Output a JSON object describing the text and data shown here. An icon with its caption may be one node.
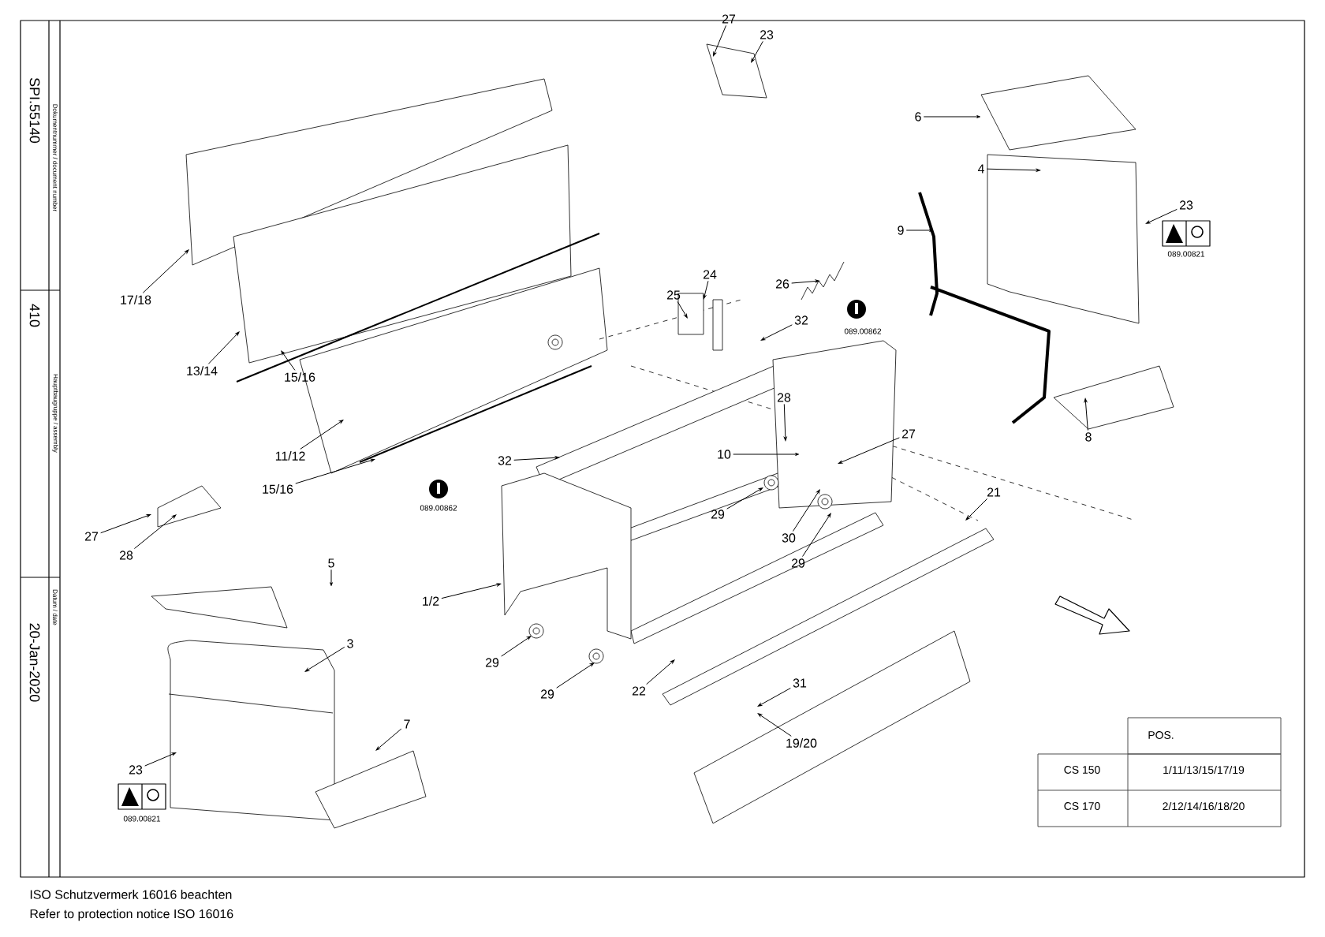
{
  "diagram": {
    "nodes": [
      {
        "text": [
          "6"
        ]
      },
      {
        "text": [
          "27"
        ]
      },
      {
        "text": [
          "23"
        ]
      },
      {
        "text": [
          "4"
        ]
      },
      {
        "text": [
          "23"
        ]
      },
      {
        "text": [
          "9"
        ]
      },
      {
        "text": [
          "26"
        ]
      },
      {
        "text": [
          "24"
        ]
      },
      {
        "text": [
          "25"
        ]
      },
      {
        "text": [
          "32"
        ]
      },
      {
        "text": [
          "17/18"
        ]
      },
      {
        "text": [
          "13/14"
        ]
      },
      {
        "text": [
          "15/16"
        ]
      },
      {
        "text": [
          "11/12"
        ]
      },
      {
        "text": [
          "28"
        ]
      },
      {
        "text": [
          "10"
        ]
      },
      {
        "text": [
          "27"
        ]
      },
      {
        "text": [
          "8"
        ]
      },
      {
        "text": [
          "32"
        ]
      },
      {
        "text": [
          "15/16"
        ]
      },
      {
        "text": [
          "29"
        ]
      },
      {
        "text": [
          "30"
        ]
      },
      {
        "text": [
          "29"
        ]
      },
      {
        "text": [
          "21"
        ]
      },
      {
        "text": [
          "27"
        ]
      },
      {
        "text": [
          "28"
        ]
      },
      {
        "text": [
          "5"
        ]
      },
      {
        "text": [
          "1/2"
        ]
      },
      {
        "text": [
          "3"
        ]
      },
      {
        "text": [
          "29"
        ]
      },
      {
        "text": [
          "29"
        ]
      },
      {
        "text": [
          "22"
        ]
      },
      {
        "text": [
          "31"
        ]
      },
      {
        "text": [
          "7"
        ]
      },
      {
        "text": [
          "23"
        ]
      },
      {
        "text": [
          "19/20"
        ]
      }
    ],
    "edges": [
      {
        "from": 0,
        "to": null,
        "arrow": "to"
      },
      {
        "from": 1,
        "to": null,
        "arrow": "to"
      },
      {
        "from": 2,
        "to": null,
        "arrow": "to"
      },
      {
        "from": 3,
        "to": null,
        "arrow": "to"
      },
      {
        "from": 4,
        "to": null,
        "arrow": "to"
      },
      {
        "from": 5,
        "to": null,
        "arrow": "to"
      },
      {
        "from": 6,
        "to": null,
        "arrow": "to"
      },
      {
        "from": 7,
        "to": null,
        "arrow": "to"
      },
      {
        "from": 8,
        "to": null,
        "arrow": "to"
      },
      {
        "from": 9,
        "to": null,
        "arrow": "to"
      },
      {
        "from": 10,
        "to": null,
        "arrow": "to"
      },
      {
        "from": 11,
        "to": null,
        "arrow": "to"
      },
      {
        "from": 12,
        "to": null,
        "arrow": "to"
      },
      {
        "from": 13,
        "to": null,
        "arrow": "to"
      },
      {
        "from": 14,
        "to": null,
        "arrow": "to"
      },
      {
        "from": 15,
        "to": null,
        "arrow": "to"
      },
      {
        "from": 16,
        "to": null,
        "arrow": "to"
      },
      {
        "from": 17,
        "to": null,
        "arrow": "to"
      },
      {
        "from": 18,
        "to": null,
        "arrow": "to"
      },
      {
        "from": 19,
        "to": null,
        "arrow": "to"
      },
      {
        "from": 20,
        "to": null,
        "arrow": "to"
      },
      {
        "from": 21,
        "to": null,
        "arrow": "to"
      },
      {
        "from": 22,
        "to": null,
        "arrow": "to"
      },
      {
        "from": 23,
        "to": null,
        "arrow": "to"
      },
      {
        "from": 24,
        "to": null,
        "arrow": "to"
      },
      {
        "from": 25,
        "to": null,
        "arrow": "to"
      },
      {
        "from": 26,
        "to": null,
        "arrow": "to"
      },
      {
        "from": 27,
        "to": null,
        "arrow": "to"
      },
      {
        "from": 28,
        "to": null,
        "arrow": "to"
      },
      {
        "from": 29,
        "to": null,
        "arrow": "to"
      },
      {
        "from": 30,
        "to": null,
        "arrow": "to"
      },
      {
        "from": 31,
        "to": null,
        "arrow": "to"
      },
      {
        "from": 32,
        "to": null,
        "arrow": "to"
      },
      {
        "from": 33,
        "to": null,
        "arrow": "to"
      },
      {
        "from": 34,
        "to": null,
        "arrow": "to"
      },
      {
        "from": 35,
        "to": null,
        "arrow": "to"
      }
    ],
    "labels": [
      "SPI.55140",
      "Dokumentnummer / document number",
      "410",
      "Hauptbaugruppe / assembly",
      "20-Jan-2020",
      "Datum / date",
      "089.00821",
      "089.00862",
      "089.00862",
      "089.00821",
      "POS.",
      "CS 150",
      "1/11/13/15/17/19",
      "CS 170",
      "2/12/14/16/18/20",
      "ISO Schutzvermerk 16016 beachten",
      "Refer to protection notice ISO 16016"
    ]
  }
}
